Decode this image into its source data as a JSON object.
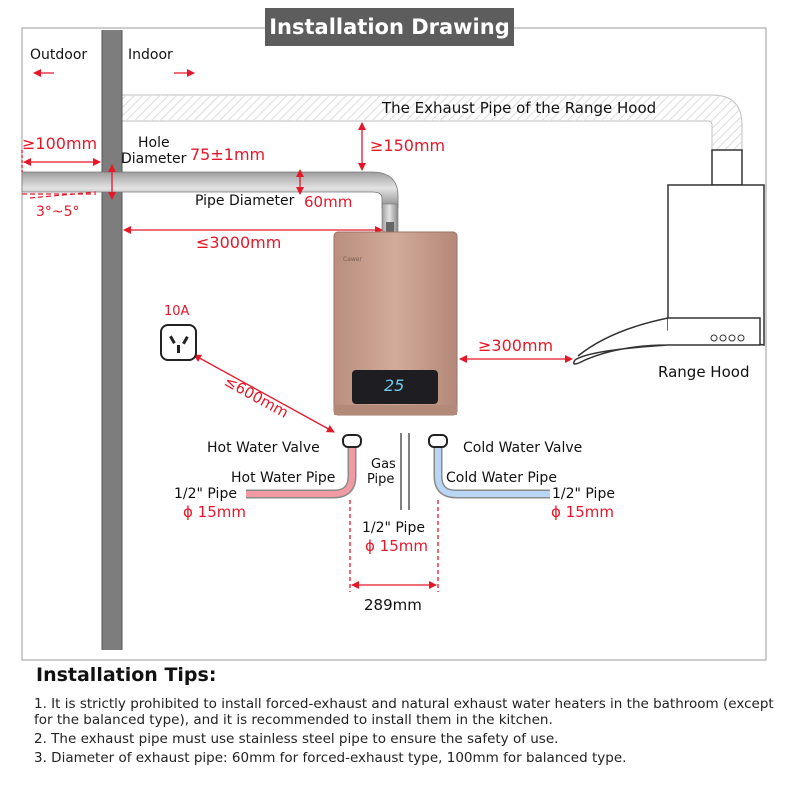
{
  "title": "Installation Drawing",
  "labels": {
    "outdoor": "Outdoor",
    "indoor": "Indoor",
    "exhaust_pipe_range_hood": "The Exhaust Pipe of the Range Hood",
    "hole_diameter_1": "Hole",
    "hole_diameter_2": "Diameter",
    "hole_diameter_value": "75±1mm",
    "outer_len": "≥100mm",
    "clearance_top": "≥150mm",
    "slope": "3°~5°",
    "pipe_diameter": "Pipe Diameter",
    "pipe_diameter_value": "60mm",
    "max_len": "≤3000mm",
    "socket_rating": "10A",
    "socket_distance": "≤600mm",
    "hood_distance": "≥300mm",
    "range_hood": "Range Hood",
    "display_value": "25",
    "heater_brand": "Cawer",
    "hot_water_valve": "Hot Water Valve",
    "cold_water_valve": "Cold Water Valve",
    "gas_pipe_1": "Gas",
    "gas_pipe_2": "Pipe",
    "hot_water_pipe": "Hot Water Pipe",
    "cold_water_pipe": "Cold Water Pipe",
    "left_pipe_size": "1/2\" Pipe",
    "left_pipe_dia": "ϕ 15mm",
    "right_pipe_size": "1/2\" Pipe",
    "right_pipe_dia": "ϕ 15mm",
    "center_pipe_size": "1/2\" Pipe",
    "center_pipe_dia": "ϕ 15mm",
    "spacing": "289mm"
  },
  "tips": {
    "heading": "Installation Tips:",
    "items": [
      "1. It is strictly prohibited to install forced-exhaust and natural exhaust water heaters in the bathroom (except for the balanced type), and it is recommended to install them in the kitchen.",
      "2. The exhaust pipe must use stainless steel pipe to ensure the safety of use.",
      "3. Diameter of exhaust pipe: 60mm for forced-exhaust type, 100mm for balanced type."
    ]
  },
  "colors": {
    "accent_red": "#e5182a",
    "banner": "#5d5d5d",
    "heater_body": "#c9a08f",
    "hot_pipe": "#f19aa3",
    "cold_pipe": "#b9d6f5"
  }
}
